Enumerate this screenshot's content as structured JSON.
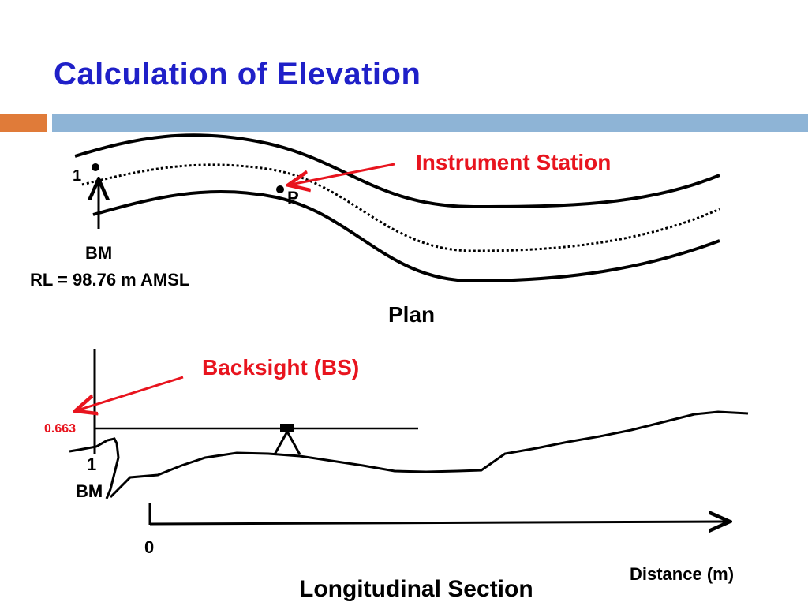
{
  "title": "Calculation of Elevation",
  "colors": {
    "title": "#1f20c8",
    "accent_red": "#e8141e",
    "bar_orange": "#e07b39",
    "bar_blue": "#8eb4d6"
  },
  "plan": {
    "point_1": "1",
    "point_p": "P",
    "instrument_station": "Instrument Station",
    "bm": "BM",
    "rl": "RL = 98.76 m AMSL",
    "caption": "Plan"
  },
  "section": {
    "backsight": "Backsight (BS)",
    "reading": "0.663",
    "point_1": "1",
    "bm": "BM",
    "origin": "0",
    "axis_label": "Distance (m)",
    "caption": "Longitudinal Section"
  }
}
